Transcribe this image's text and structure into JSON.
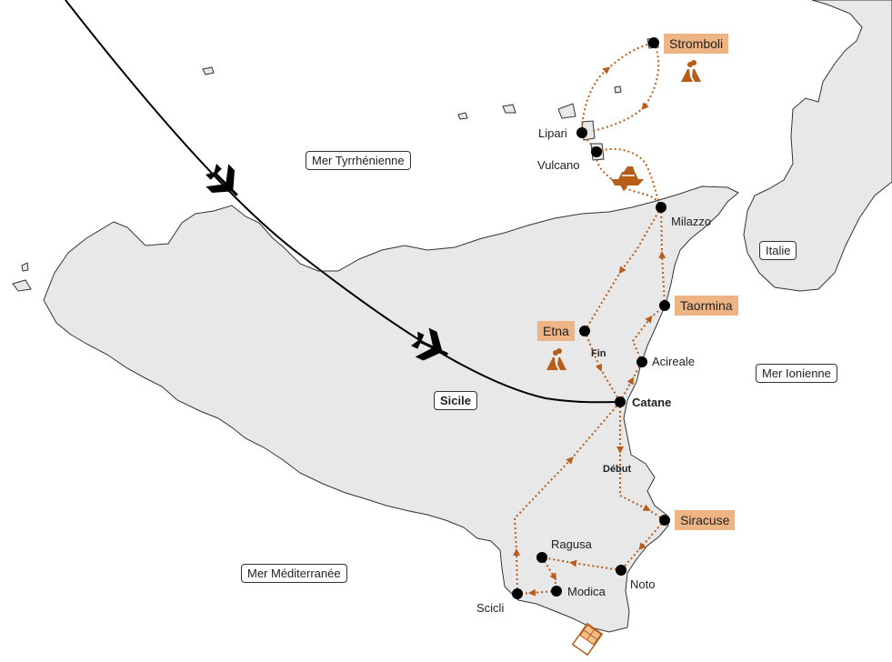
{
  "seas": {
    "tyrrhenian": "Mer Tyrrhénienne",
    "ionian": "Mer Ionienne",
    "mediterranean": "Mer Méditerranée"
  },
  "regions": {
    "sicily": "Sicile",
    "italy": "Italie"
  },
  "towns": {
    "stromboli": "Stromboli",
    "lipari": "Lipari",
    "vulcano": "Vulcano",
    "milazzo": "Milazzo",
    "taormina": "Taormina",
    "etna": "Etna",
    "acireale": "Acireale",
    "catane": "Catane",
    "siracuse": "Siracuse",
    "ragusa": "Ragusa",
    "noto": "Noto",
    "modica": "Modica",
    "scicli": "Scicli"
  },
  "route": {
    "start_label": "Début",
    "end_label": "Fin"
  },
  "colors": {
    "land": "#e8e8e8",
    "coast": "#333333",
    "route": "#b85c1a",
    "highlight": "#efb483",
    "flight": "#000000"
  },
  "icons": [
    "airplane-icon",
    "volcano-icon",
    "boat-icon",
    "chocolate-icon"
  ]
}
